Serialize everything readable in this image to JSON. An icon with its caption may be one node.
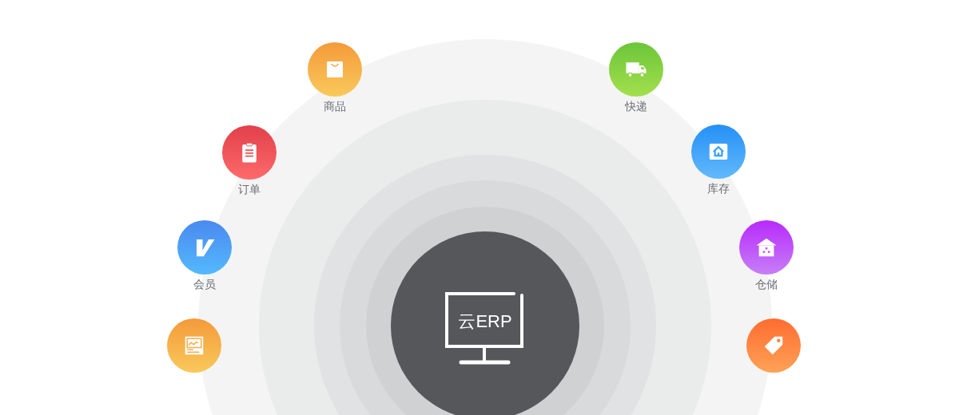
{
  "diagram": {
    "nodes": [
      {
        "text": [
          "云ERP"
        ]
      },
      {
        "text": [
          "商品"
        ]
      },
      {
        "text": [
          "快递"
        ]
      },
      {
        "text": [
          "订单"
        ]
      },
      {
        "text": [
          "库存"
        ]
      },
      {
        "text": [
          "会员"
        ]
      },
      {
        "text": [
          "仓储"
        ]
      },
      {
        "text": [],
        "shape": "circle"
      },
      {
        "text": [],
        "shape": "circle"
      }
    ]
  }
}
